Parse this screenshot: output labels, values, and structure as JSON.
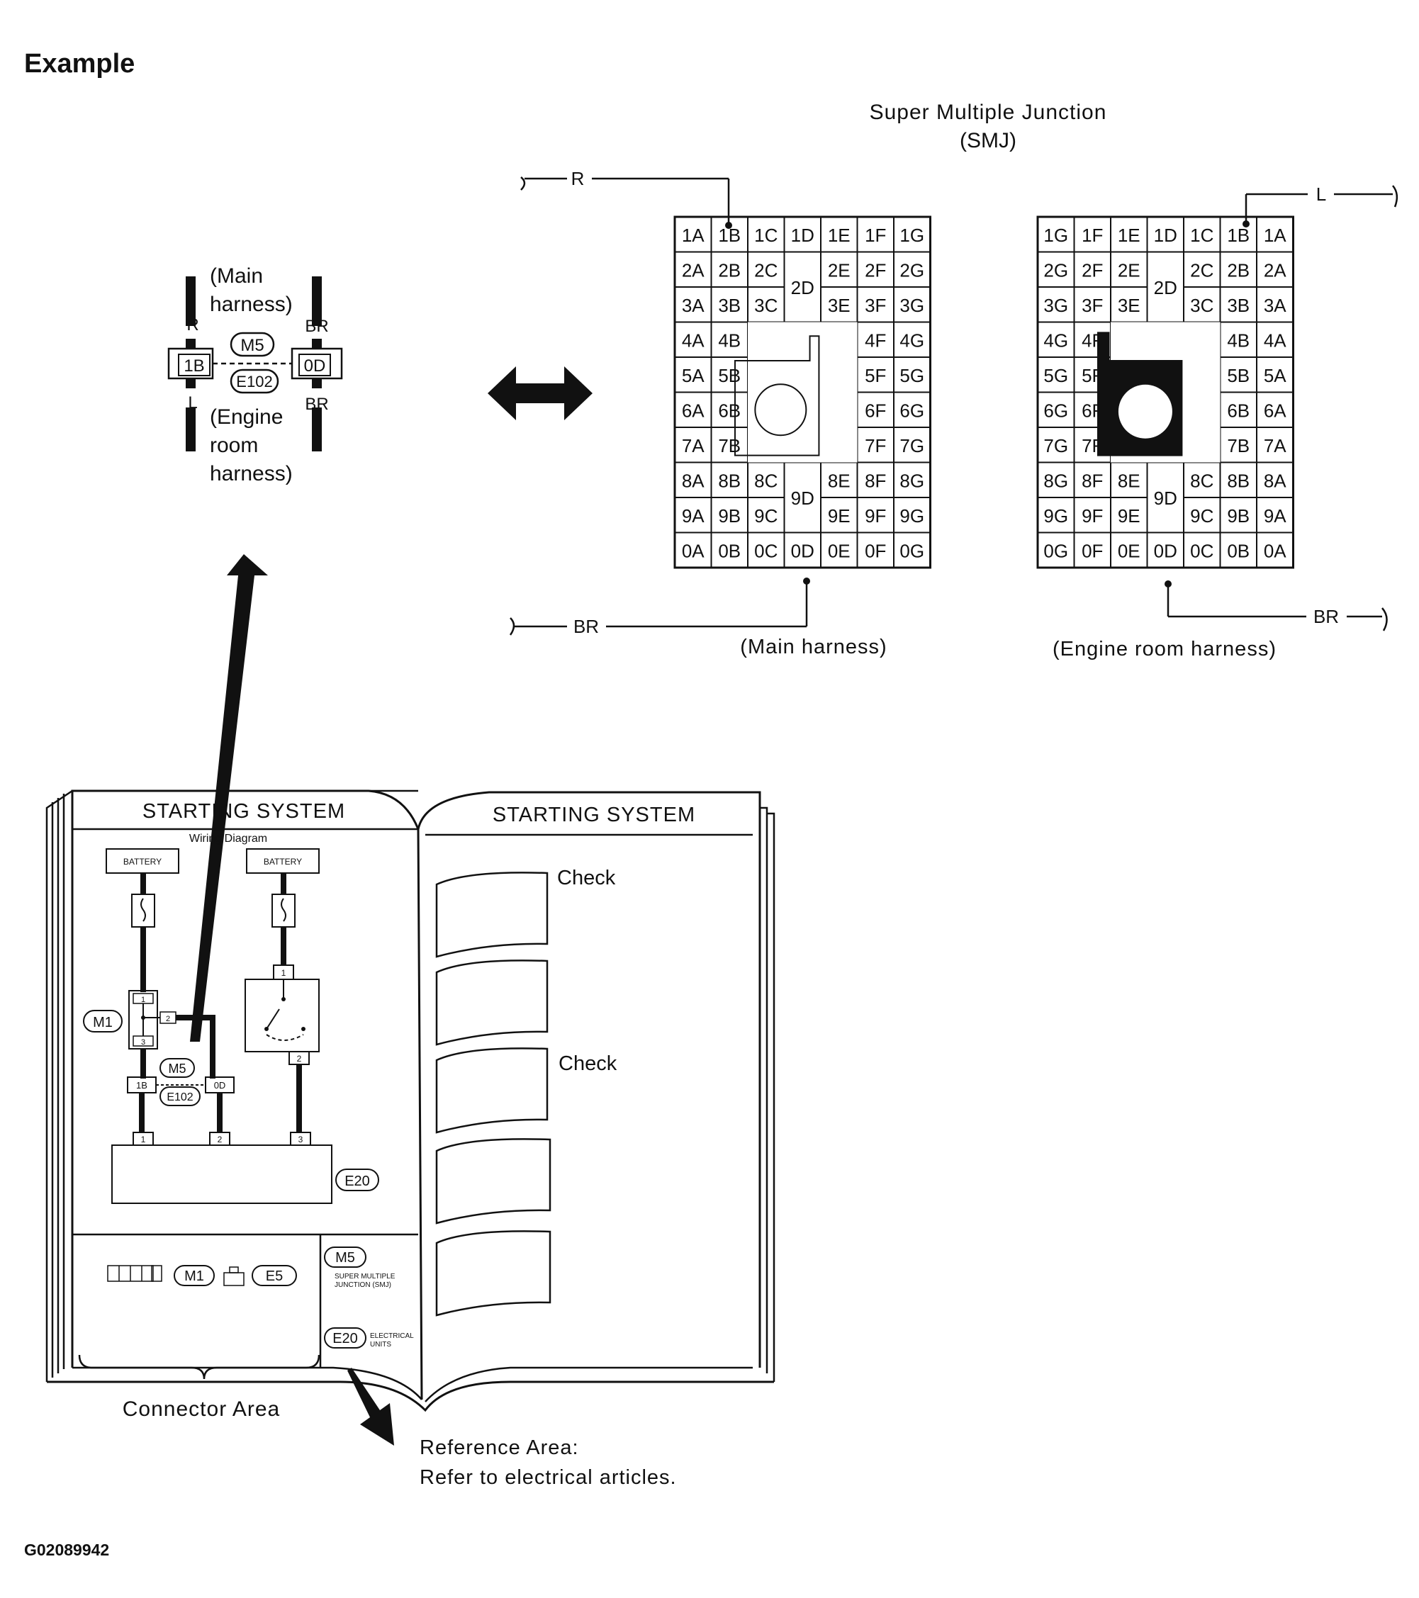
{
  "heading": "Example",
  "smj": {
    "title_line1": "Super Multiple Junction",
    "title_line2": "(SMJ)",
    "main_caption": "(Main harness)",
    "engine_caption": "(Engine room harness)",
    "wire_r": "R",
    "wire_br_main": "BR",
    "wire_l": "L",
    "wire_br_engine": "BR",
    "main_grid": [
      [
        "1A",
        "1B",
        "1C",
        "1D",
        "1E",
        "1F",
        "1G"
      ],
      [
        "2A",
        "2B",
        "2C",
        "2D",
        "2E",
        "2F",
        "2G"
      ],
      [
        "3A",
        "3B",
        "3C",
        "",
        "3E",
        "3F",
        "3G"
      ],
      [
        "4A",
        "4B",
        "",
        "",
        "",
        "4F",
        "4G"
      ],
      [
        "5A",
        "5B",
        "",
        "",
        "",
        "5F",
        "5G"
      ],
      [
        "6A",
        "6B",
        "",
        "",
        "",
        "6F",
        "6G"
      ],
      [
        "7A",
        "7B",
        "",
        "",
        "",
        "7F",
        "7G"
      ],
      [
        "8A",
        "8B",
        "8C",
        "9D",
        "8E",
        "8F",
        "8G"
      ],
      [
        "9A",
        "9B",
        "9C",
        "",
        "9E",
        "9F",
        "9G"
      ],
      [
        "0A",
        "0B",
        "0C",
        "0D",
        "0E",
        "0F",
        "0G"
      ]
    ],
    "engine_grid": [
      [
        "1G",
        "1F",
        "1E",
        "1D",
        "1C",
        "1B",
        "1A"
      ],
      [
        "2G",
        "2F",
        "2E",
        "2D",
        "2C",
        "2B",
        "2A"
      ],
      [
        "3G",
        "3F",
        "3E",
        "",
        "3C",
        "3B",
        "3A"
      ],
      [
        "4G",
        "4F",
        "",
        "",
        "",
        "4B",
        "4A"
      ],
      [
        "5G",
        "5F",
        "",
        "",
        "",
        "5B",
        "5A"
      ],
      [
        "6G",
        "6F",
        "",
        "",
        "",
        "6B",
        "6A"
      ],
      [
        "7G",
        "7F",
        "",
        "",
        "",
        "7B",
        "7A"
      ],
      [
        "8G",
        "8F",
        "8E",
        "9D",
        "8C",
        "8B",
        "8A"
      ],
      [
        "9G",
        "9F",
        "9E",
        "",
        "9C",
        "9B",
        "9A"
      ],
      [
        "0G",
        "0F",
        "0E",
        "0D",
        "0C",
        "0B",
        "0A"
      ]
    ]
  },
  "detail": {
    "main_label_1": "(Main",
    "main_label_2": "harness)",
    "engine_label_1": "(Engine",
    "engine_label_2": "room",
    "engine_label_3": "harness)",
    "wire_r": "R",
    "wire_l": "L",
    "wire_br_top": "BR",
    "wire_br_bottom": "BR",
    "pin_left": "1B",
    "pin_right": "0D",
    "conn_main": "M5",
    "conn_engine": "E102"
  },
  "book": {
    "left_title": "STARTING SYSTEM",
    "left_subtitle": "Wiring Diagram",
    "right_title": "STARTING SYSTEM",
    "battery1": "BATTERY",
    "battery2": "BATTERY",
    "conn_m1": "M1",
    "conn_m5": "M5",
    "conn_e102": "E102",
    "conn_e20": "E20",
    "pin_1b": "1B",
    "pin_0d": "0D",
    "pins": [
      "1",
      "2",
      "3",
      "1",
      "2",
      "1",
      "2",
      "3"
    ],
    "connector_area_m1": "M1",
    "connector_area_e5": "E5",
    "ref_m5": "M5",
    "ref_m5_text_1": "SUPER MULTIPLE",
    "ref_m5_text_2": "JUNCTION (SMJ)",
    "ref_e20": "E20",
    "ref_e20_text_1": "ELECTRICAL",
    "ref_e20_text_2": "UNITS",
    "check1": "Check",
    "check2": "Check"
  },
  "connector_area_label": "Connector Area",
  "reference_area_line1": "Reference Area:",
  "reference_area_line2": "Refer to electrical articles.",
  "figure_id": "G02089942"
}
